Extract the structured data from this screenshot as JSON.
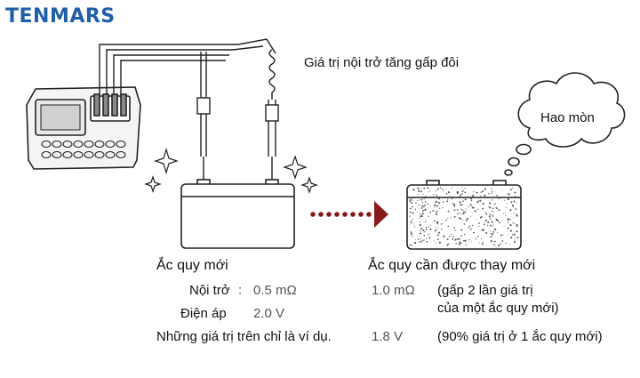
{
  "brand": {
    "logo_text": "TENMARS",
    "logo_color": "#1f5fa8"
  },
  "labels": {
    "double_resistance_note": "Giá trị nội trở tăng gấp đôi",
    "thought_bubble": "Hao mòn",
    "new_battery_title": "Ắc quy mới",
    "replace_battery_title": "Ắc quy cần được thay mới"
  },
  "rows": [
    {
      "label": "Nội trở",
      "separator": ":",
      "new_value": "0.5 mΩ",
      "replace_value": "1.0 mΩ",
      "replace_note": "(gấp 2 lần giá trị",
      "replace_note_line2": "của một ắc quy mới)"
    },
    {
      "label": "Điện áp",
      "new_value": "2.0 V"
    },
    {
      "label": "Những giá trị trên chỉ là ví dụ.",
      "replace_value": "1.8 V",
      "replace_note": "(90% giá trị ở 1 ắc quy mới)"
    }
  ],
  "colors": {
    "arrow": "#8a1a1a",
    "line": "#222222",
    "muted_text": "#555555"
  }
}
